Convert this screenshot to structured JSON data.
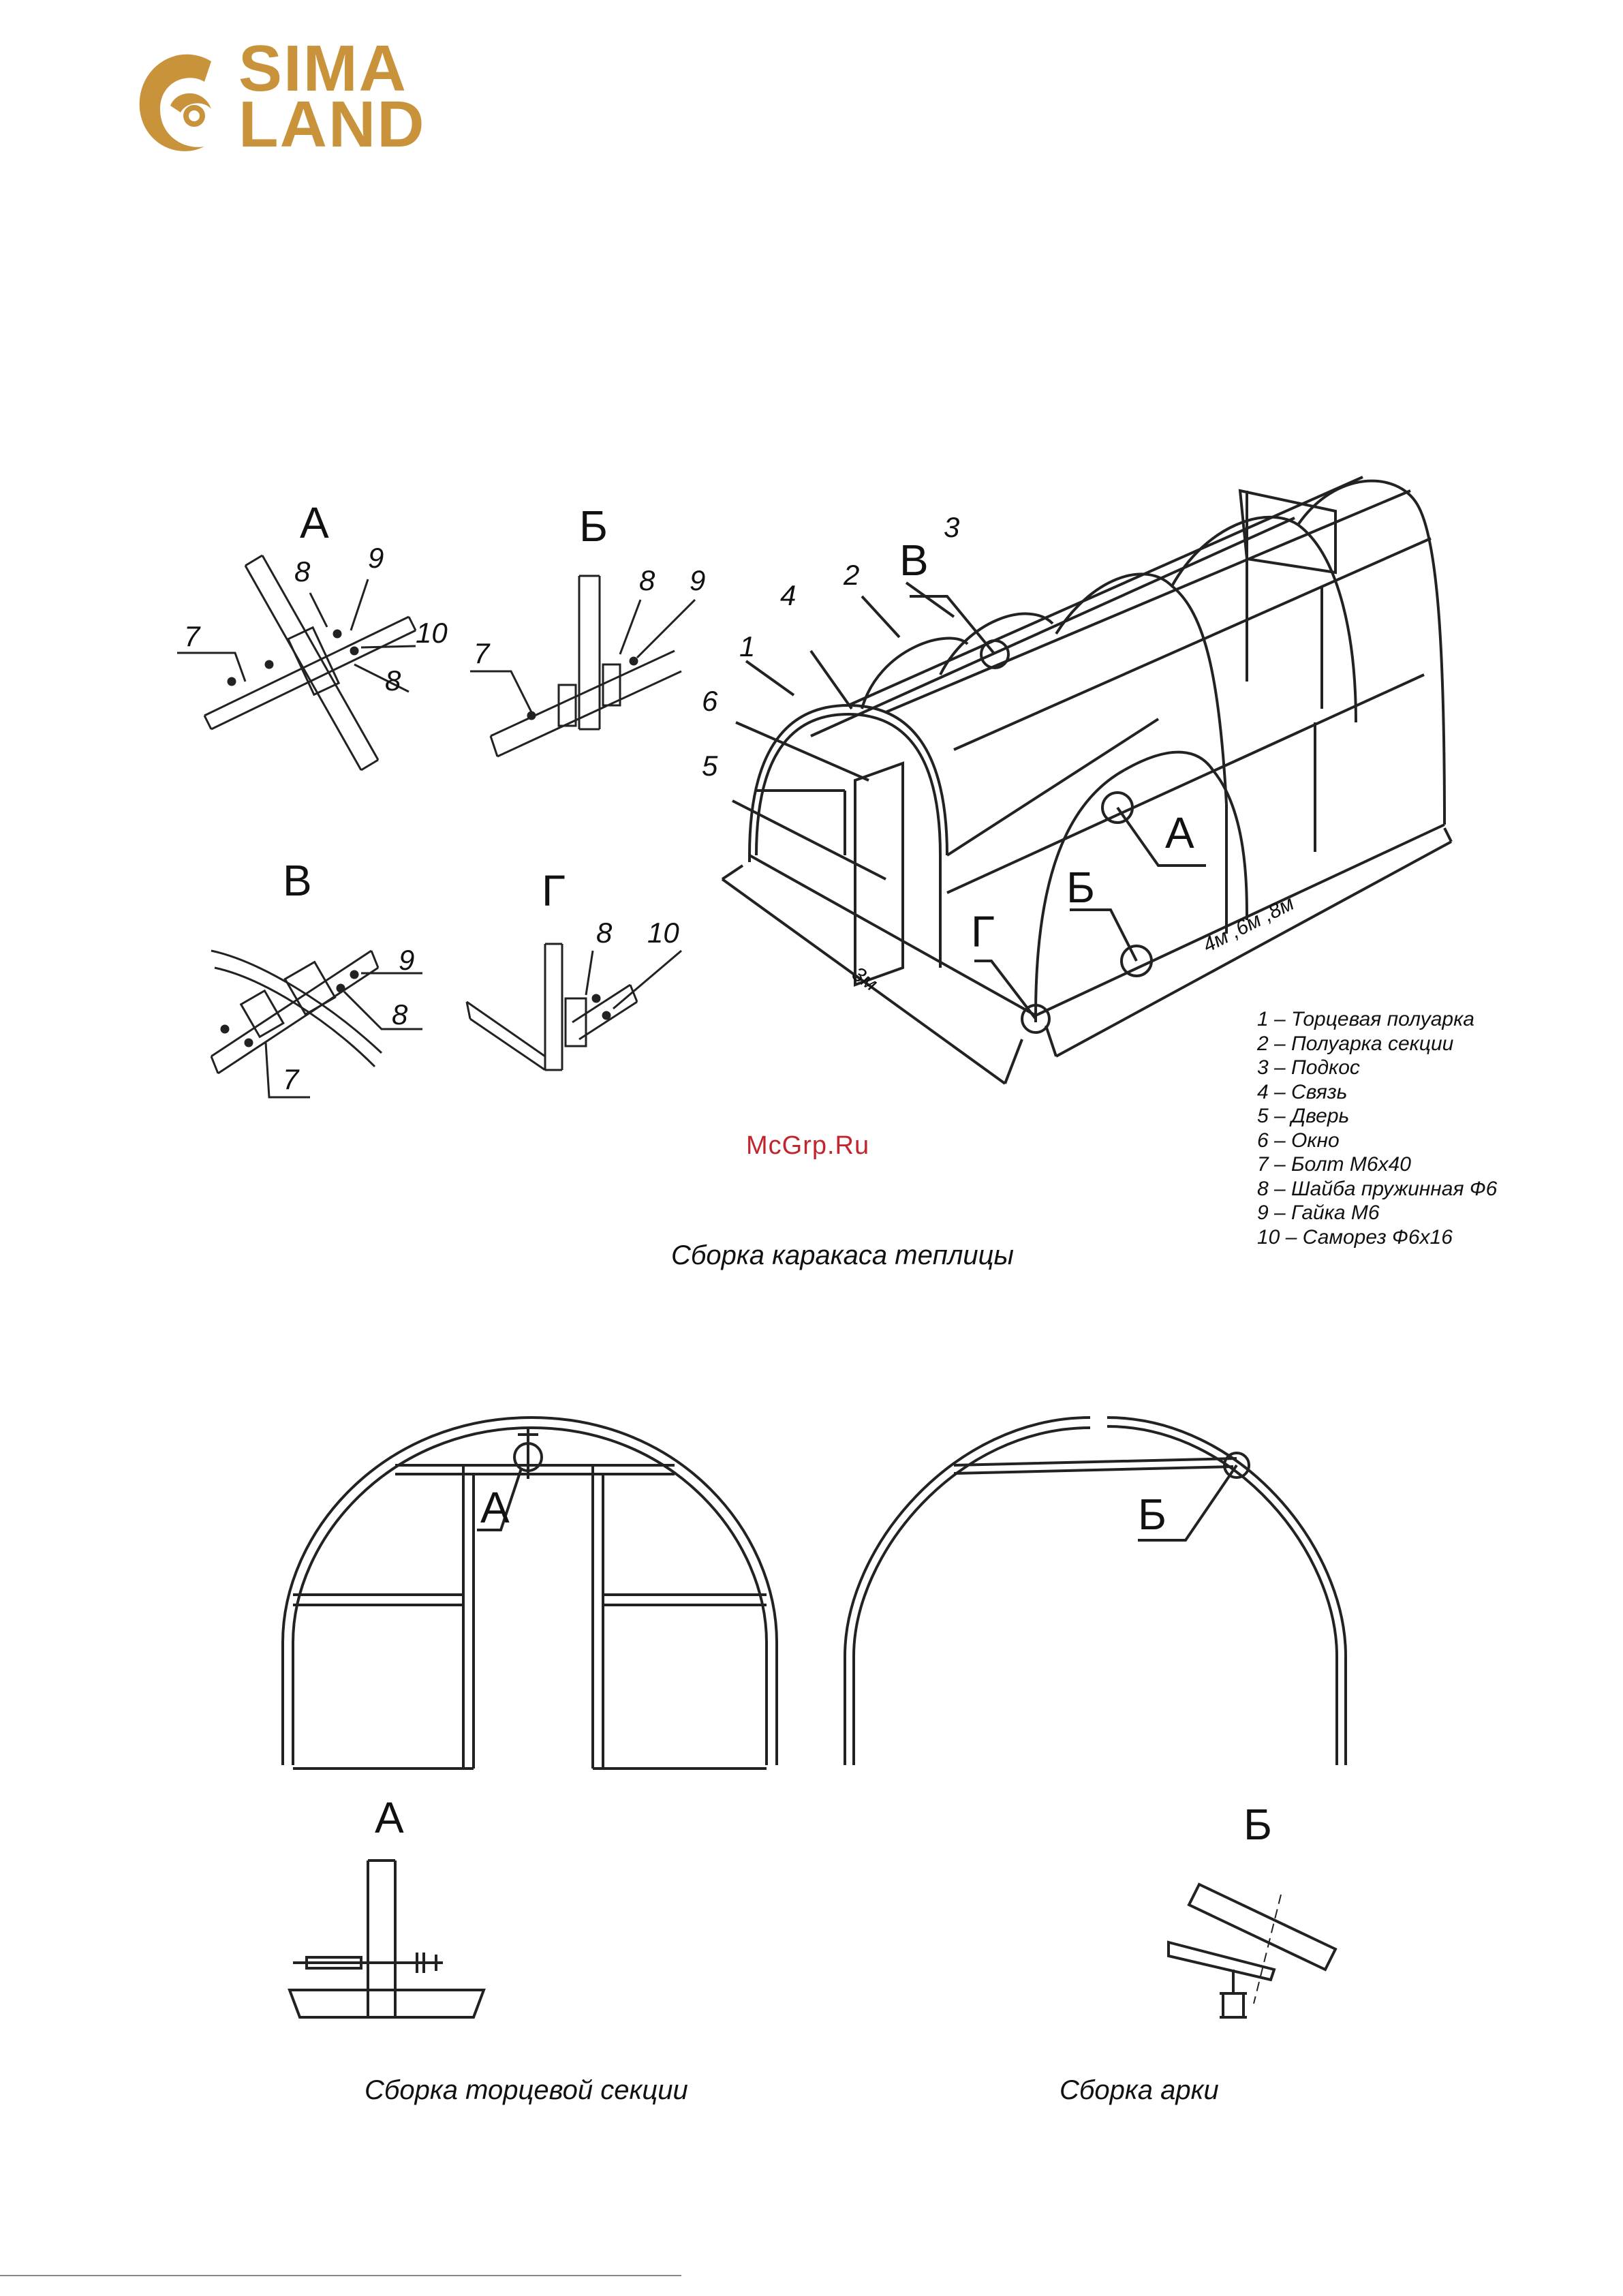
{
  "brand": {
    "line1": "SIMA",
    "line2": "LAND",
    "color": "#c9933b"
  },
  "watermark": "McGrp.Ru",
  "detail_letters": {
    "a": "А",
    "b": "Б",
    "v": "В",
    "g": "Г"
  },
  "part_numbers": {
    "n1": "1",
    "n2": "2",
    "n3": "3",
    "n4": "4",
    "n5": "5",
    "n6": "6",
    "n7": "7",
    "n8": "8",
    "n9": "9",
    "n10": "10"
  },
  "dimensions": {
    "width": "3м",
    "length": "4м ,6м ,8м"
  },
  "legend": [
    "1 – Торцевая полуарка",
    "2 – Полуарка секции",
    "3 – Подкос",
    "4 – Связь",
    "5 – Дверь",
    "6 – Окно",
    "7 – Болт М6х40",
    "8 – Шайба пружинная Ф6",
    "9 – Гайка М6",
    "10 – Саморез Ф6х16"
  ],
  "captions": {
    "frame": "Сборка каракаса теплицы",
    "end_section": "Сборка торцевой секции",
    "arch": "Сборка арки"
  }
}
